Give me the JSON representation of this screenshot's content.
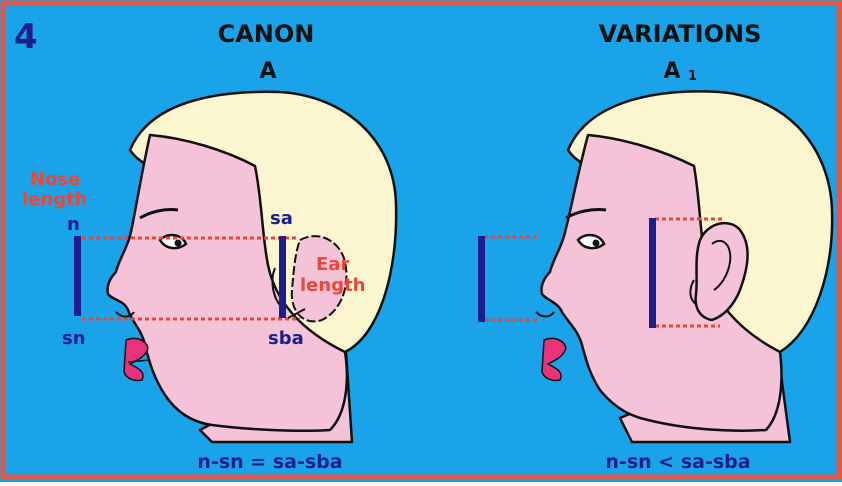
{
  "panel_number": "4",
  "left_panel": {
    "heading": "CANON",
    "subheading": "A",
    "nose_label_line1": "Nose",
    "nose_label_line2": "length",
    "ear_label_line1": "Ear",
    "ear_label_line2": "length",
    "point_n": "n",
    "point_sn": "sn",
    "point_sa": "sa",
    "point_sba": "sba",
    "formula": "n-sn = sa-sba"
  },
  "right_panel": {
    "heading": "VARIATIONS",
    "subheading": "A",
    "subheading_index": "1",
    "formula": "n-sn < sa-sba"
  },
  "colors": {
    "background": "#1aa3e8",
    "border": "#e2574c",
    "skin": "#f5c3d8",
    "hair": "#fbf6cf",
    "outline": "#111111",
    "measure_bar": "#1b1f8c",
    "label_blue": "#1b1f8c",
    "label_red": "#e8483b",
    "lips": "#e8337a"
  }
}
